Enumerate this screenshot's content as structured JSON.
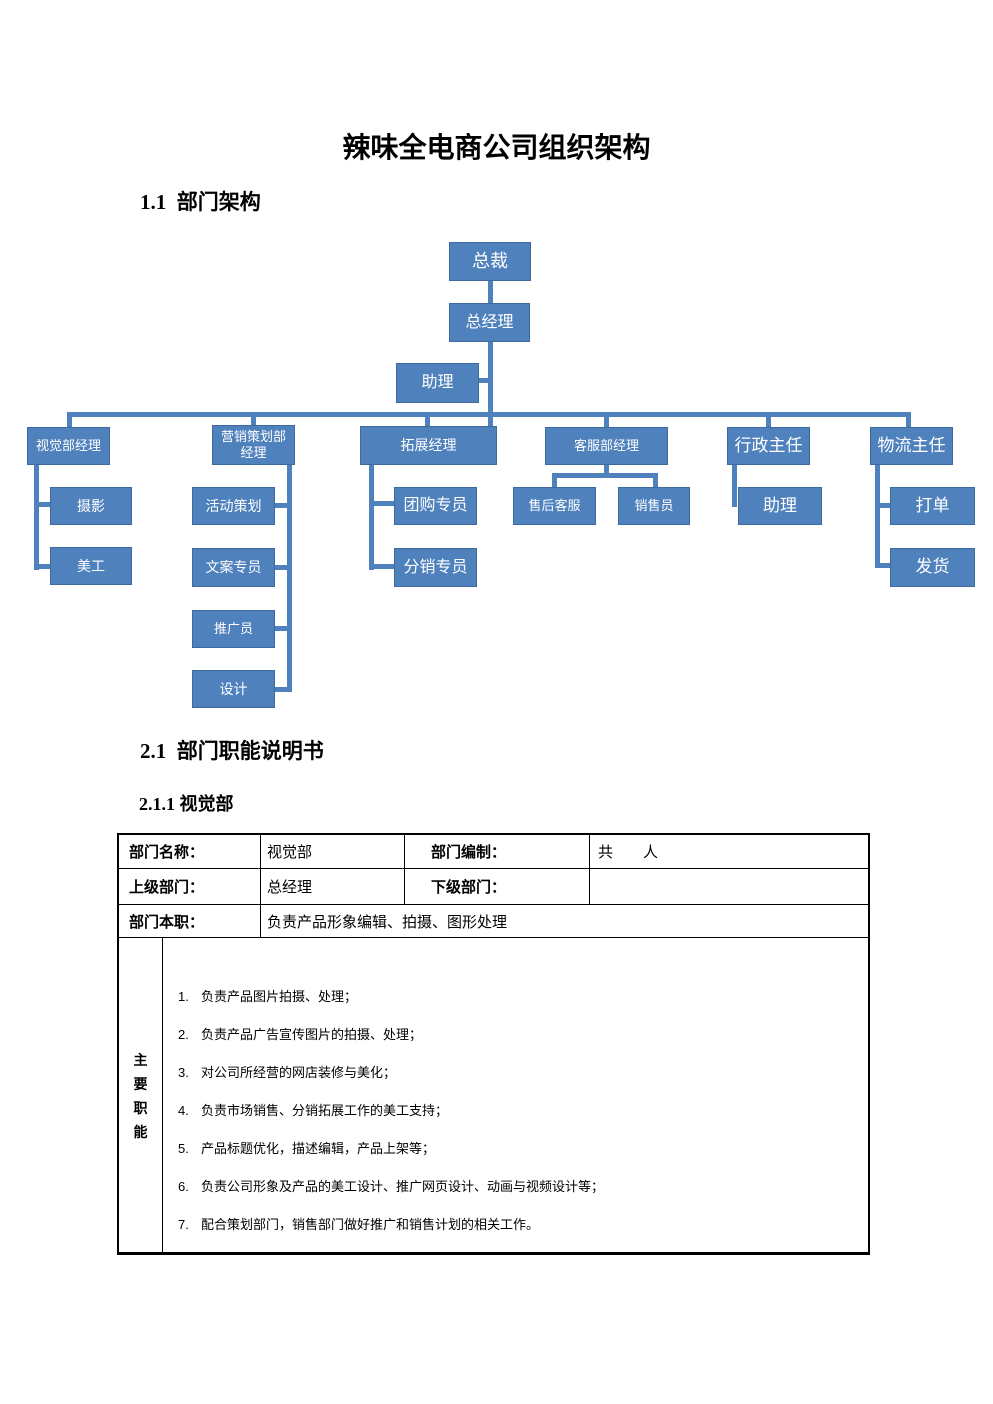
{
  "doc": {
    "title": "辣味全电商公司组织架构"
  },
  "headings": {
    "section1": "1.1  部门架构",
    "section2": "2.1  部门职能说明书",
    "section2_1": "2.1.1 视觉部"
  },
  "colors": {
    "accent": "#4f81bd",
    "accent_border": "#3d6a9e",
    "text_on_accent": "#ffffff",
    "table_border": "#000000"
  },
  "org_chart": {
    "nodes": {
      "ceo": "总裁",
      "general_manager": "总经理",
      "assistant": "助理",
      "visual_manager": "视觉部经理",
      "marketing_manager_line1": "营销策划部",
      "marketing_manager_line2": "经理",
      "expansion_manager": "拓展经理",
      "service_manager": "客服部经理",
      "admin_director": "行政主任",
      "logistics_director": "物流主任",
      "photography": "摄影",
      "artwork": "美工",
      "event_planning": "活动策划",
      "copywriter": "文案专员",
      "promoter": "推广员",
      "designer": "设计",
      "group_buying": "团购专员",
      "distribution": "分销专员",
      "after_sales": "售后客服",
      "salesperson": "销售员",
      "admin_assistant": "助理",
      "order_printing": "打单",
      "shipping": "发货"
    }
  },
  "dept_table": {
    "row1": {
      "label_a": "部门名称：",
      "value_a": "视觉部",
      "label_b": "部门编制：",
      "value_b": "共　　人"
    },
    "row2": {
      "label_a": "上级部门：",
      "value_a": "总经理",
      "label_b": "下级部门：",
      "value_b": ""
    },
    "row3": {
      "label": "部门本职：",
      "value": "负责产品形象编辑、拍摄、图形处理"
    },
    "row4": {
      "label": "主要职能",
      "items": [
        {
          "num": "1.",
          "text": "负责产品图片拍摄、处理；"
        },
        {
          "num": "2.",
          "text": "负责产品广告宣传图片的拍摄、处理；"
        },
        {
          "num": "3.",
          "text": "对公司所经营的网店装修与美化；"
        },
        {
          "num": "4.",
          "text": "负责市场销售、分销拓展工作的美工支持；"
        },
        {
          "num": "5.",
          "text": "产品标题优化，描述编辑，产品上架等；"
        },
        {
          "num": "6.",
          "text": "负责公司形象及产品的美工设计、推广网页设计、动画与视频设计等；"
        },
        {
          "num": "7.",
          "text": "配合策划部门，销售部门做好推广和销售计划的相关工作。"
        }
      ]
    }
  }
}
